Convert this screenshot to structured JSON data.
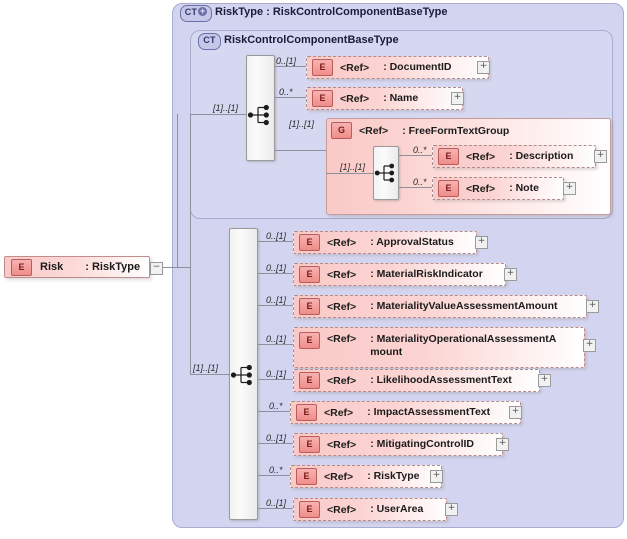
{
  "diagram": {
    "type": "xsd-schema-diagram",
    "root_element": {
      "icon": "E",
      "name": "Risk",
      "type": ": RiskType",
      "toggle": "−"
    },
    "outer_complex_type": {
      "badge": "CT",
      "badge_modifier": "+",
      "title": "RiskType : RiskControlComponentBaseType"
    },
    "inner_complex_type": {
      "badge": "CT",
      "title": "RiskControlComponentBaseType",
      "sequence_cardinality": "[1]..[1]",
      "elements": [
        {
          "cardinality": "0..[1]",
          "icon": "E",
          "ref": "<Ref>",
          "name": ": DocumentID",
          "expand": "+"
        },
        {
          "cardinality": "0..*",
          "icon": "E",
          "ref": "<Ref>",
          "name": ": Name",
          "expand": "+"
        }
      ],
      "group": {
        "cardinality": "[1]..[1]",
        "icon": "G",
        "ref": "<Ref>",
        "name": ": FreeFormTextGroup",
        "sequence_cardinality": "[1]..[1]",
        "elements": [
          {
            "cardinality": "0..*",
            "icon": "E",
            "ref": "<Ref>",
            "name": ": Description",
            "expand": "+"
          },
          {
            "cardinality": "0..*",
            "icon": "E",
            "ref": "<Ref>",
            "name": ": Note",
            "expand": "+"
          }
        ]
      }
    },
    "main_sequence": {
      "cardinality": "[1]..[1]",
      "elements": [
        {
          "cardinality": "0..[1]",
          "icon": "E",
          "ref": "<Ref>",
          "name": ": ApprovalStatus",
          "expand": "+"
        },
        {
          "cardinality": "0..[1]",
          "icon": "E",
          "ref": "<Ref>",
          "name": ": MaterialRiskIndicator",
          "expand": "+"
        },
        {
          "cardinality": "0..[1]",
          "icon": "E",
          "ref": "<Ref>",
          "name": ": MaterialityValueAssessmentAmount",
          "expand": "+"
        },
        {
          "cardinality": "0..[1]",
          "icon": "E",
          "ref": "<Ref>",
          "name": ": MaterialityOperationalAssessmentA\nmount",
          "expand": "+"
        },
        {
          "cardinality": "0..[1]",
          "icon": "E",
          "ref": "<Ref>",
          "name": ": LikelihoodAssessmentText",
          "expand": "+"
        },
        {
          "cardinality": "0..*",
          "icon": "E",
          "ref": "<Ref>",
          "name": ": ImpactAssessmentText",
          "expand": "+"
        },
        {
          "cardinality": "0..[1]",
          "icon": "E",
          "ref": "<Ref>",
          "name": ": MitigatingControlID",
          "expand": "+"
        },
        {
          "cardinality": "0..*",
          "icon": "E",
          "ref": "<Ref>",
          "name": ": RiskType",
          "expand": "+"
        },
        {
          "cardinality": "0..[1]",
          "icon": "E",
          "ref": "<Ref>",
          "name": ": UserArea",
          "expand": "+"
        }
      ]
    },
    "colors": {
      "container_purple": "#d3d5f0",
      "container_border": "#a9abcf",
      "element_pink": "#fac9c7",
      "element_border": "#b08c8c",
      "icon_red": "#f08d8b",
      "line_grey": "#8f8f9e",
      "badge_fill": "#c6c8ea"
    }
  }
}
